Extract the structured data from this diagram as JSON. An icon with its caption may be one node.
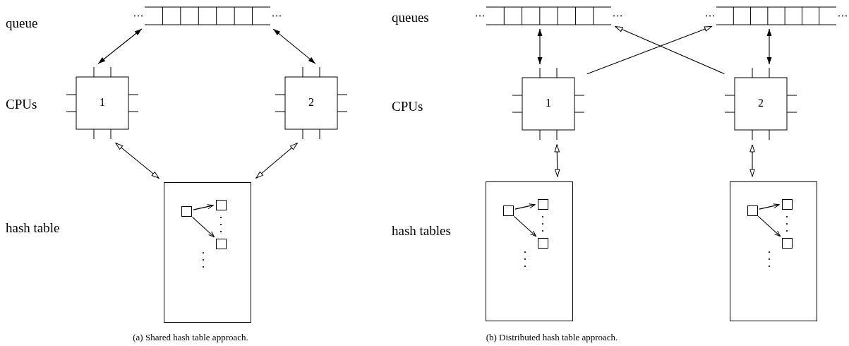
{
  "diagram": {
    "nodes": [
      {
        "text": [],
        "shape": "queue"
      },
      {
        "text": [],
        "shape": "queue"
      },
      {
        "text": [],
        "shape": "queue"
      },
      {
        "text": [
          "1"
        ]
      },
      {
        "text": [
          "2"
        ]
      },
      {
        "text": [
          "1"
        ]
      },
      {
        "text": [
          "2"
        ]
      },
      {
        "text": [],
        "shape": "box"
      },
      {
        "text": [],
        "shape": "box",
        "in": 7
      },
      {
        "text": [],
        "shape": "box",
        "in": 7
      },
      {
        "text": [],
        "shape": "box",
        "in": 7
      },
      {
        "text": [],
        "shape": "box"
      },
      {
        "text": [],
        "shape": "box",
        "in": 11
      },
      {
        "text": [],
        "shape": "box",
        "in": 11
      },
      {
        "text": [],
        "shape": "box",
        "in": 11
      },
      {
        "text": [],
        "shape": "box"
      },
      {
        "text": [],
        "shape": "box",
        "in": 15
      },
      {
        "text": [],
        "shape": "box",
        "in": 15
      },
      {
        "text": [],
        "shape": "box",
        "in": 15
      }
    ],
    "edges": [
      {
        "from": 0,
        "to": 3,
        "arrow": "both"
      },
      {
        "from": 0,
        "to": 4,
        "arrow": "both"
      },
      {
        "from": 3,
        "to": 7,
        "arrow": "both"
      },
      {
        "from": 4,
        "to": 7,
        "arrow": "both"
      },
      {
        "from": 8,
        "to": 9,
        "arrow": "to"
      },
      {
        "from": 8,
        "to": 10,
        "arrow": "to"
      },
      {
        "from": 1,
        "to": 5,
        "arrow": "both"
      },
      {
        "from": 2,
        "to": 6,
        "arrow": "both"
      },
      {
        "from": 5,
        "to": 2,
        "arrow": "to"
      },
      {
        "from": 6,
        "to": 1,
        "arrow": "to"
      },
      {
        "from": 5,
        "to": 11,
        "arrow": "both"
      },
      {
        "from": 6,
        "to": 15,
        "arrow": "both"
      },
      {
        "from": 12,
        "to": 13,
        "arrow": "to"
      },
      {
        "from": 12,
        "to": 14,
        "arrow": "to"
      },
      {
        "from": 16,
        "to": 17,
        "arrow": "to"
      },
      {
        "from": 16,
        "to": 18,
        "arrow": "to"
      }
    ],
    "labels": [
      "queue",
      "queues",
      "CPUs",
      "CPUs",
      "hash table",
      "hash tables",
      "(a) Shared hash table approach.",
      "(b) Distributed hash table approach."
    ]
  }
}
